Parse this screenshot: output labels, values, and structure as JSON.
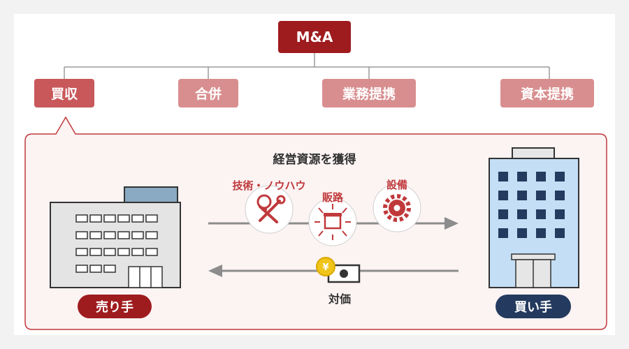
{
  "top": {
    "label": "M&A"
  },
  "categories": [
    {
      "label": "買収",
      "selected": true
    },
    {
      "label": "合併",
      "selected": false
    },
    {
      "label": "業務提携",
      "selected": false
    },
    {
      "label": "資本提携",
      "selected": false
    }
  ],
  "detail": {
    "heading": "経営資源を獲得",
    "resources": [
      {
        "label": "技術・ノウハウ",
        "icon": "lightbulb-wrench-icon"
      },
      {
        "label": "販路",
        "icon": "store-network-icon"
      },
      {
        "label": "設備",
        "icon": "gear-icon"
      }
    ],
    "payment": {
      "label": "対価",
      "icon": "yen-coin-bill-icon"
    },
    "seller": {
      "label": "売り手"
    },
    "buyer": {
      "label": "買い手"
    }
  },
  "colors": {
    "dark_red": "#9e1b1e",
    "selected_red": "#c8585a",
    "pale_red": "#d88e8f",
    "panel_bg": "#fcf3f3",
    "panel_border": "#c0393b",
    "navy": "#243a5e",
    "building_blue": "#c3def5"
  }
}
